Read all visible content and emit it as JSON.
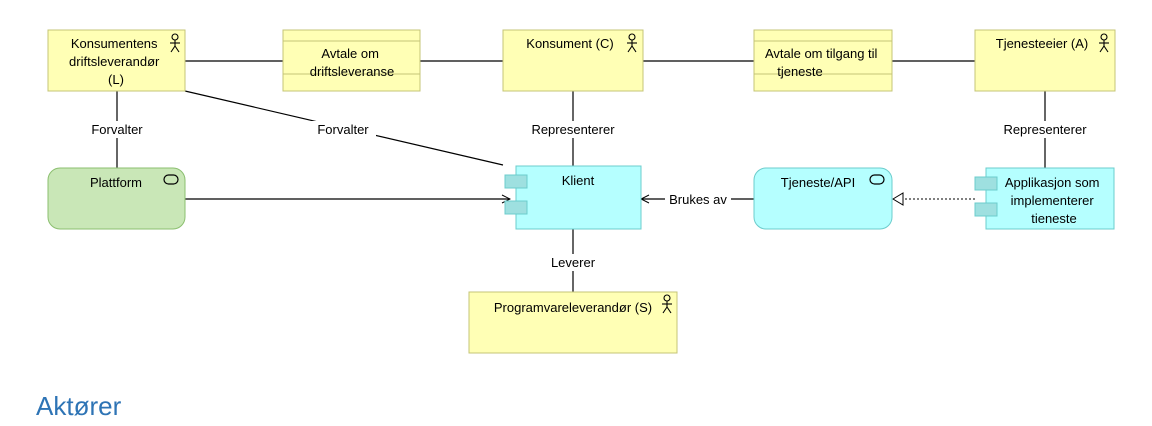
{
  "colors": {
    "actor_fill": "#ffffb5",
    "actor_stroke": "#c4c477",
    "app_fill": "#b5ffff",
    "app_stroke": "#6ccccc",
    "infra_fill": "#c9e7b7",
    "infra_stroke": "#8bbf6f",
    "line": "#000000",
    "heading": "#2e74b5"
  },
  "nodes": {
    "konsumentens_driftsleverandor": {
      "lines": [
        "Konsumentens",
        "driftsleverandør",
        "(L)"
      ],
      "icon": "actor-icon"
    },
    "avtale_drift": {
      "lines": [
        "Avtale om",
        "driftsleveranse"
      ],
      "icon": "contract"
    },
    "konsument": {
      "lines": [
        "Konsument (C)"
      ],
      "icon": "actor-icon"
    },
    "avtale_tilgang": {
      "lines": [
        "Avtale om tilgang til",
        "tjeneste"
      ],
      "icon": "contract"
    },
    "tjenesteeier": {
      "lines": [
        "Tjenesteeier (A)"
      ],
      "icon": "actor-icon"
    },
    "plattform": {
      "lines": [
        "Plattform"
      ],
      "icon": "service-icon"
    },
    "klient": {
      "lines": [
        "Klient"
      ],
      "icon": "component-icon"
    },
    "tjeneste_api": {
      "lines": [
        "Tjeneste/API"
      ],
      "icon": "service-icon"
    },
    "applikasjon": {
      "lines": [
        "Applikasjon som",
        "implementerer",
        "tieneste"
      ],
      "icon": "component-icon"
    },
    "programvareleverandor": {
      "lines": [
        "Programvareleverandør (S)"
      ],
      "icon": "actor-icon"
    }
  },
  "edge_labels": {
    "forvalter_left": "Forvalter",
    "forvalter_diag": "Forvalter",
    "representerer_c": "Representerer",
    "representerer_a": "Representerer",
    "brukes_av": "Brukes av",
    "leverer": "Leverer"
  },
  "heading": "Aktører"
}
